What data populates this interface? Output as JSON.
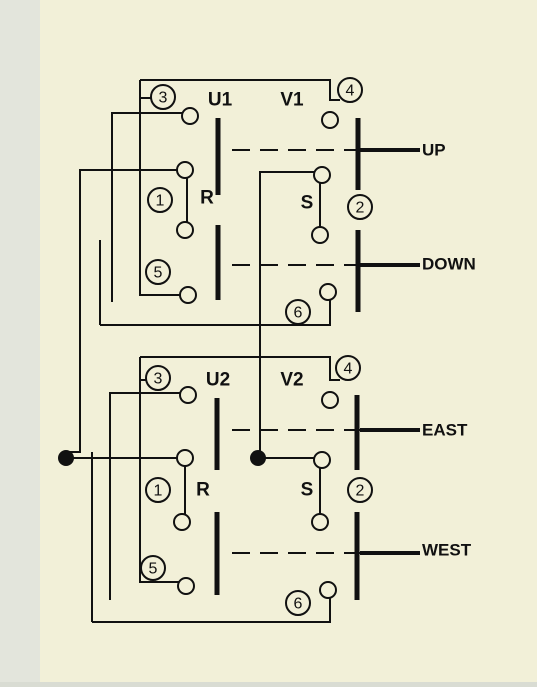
{
  "colors": {
    "background": "#d9dcd3",
    "paper": "#f2f0d8",
    "ink": "#111111"
  },
  "top_switch": {
    "terminals": [
      "3",
      "4",
      "1",
      "2",
      "5",
      "6"
    ],
    "upper_label": "U1",
    "upper_right_label": "V1",
    "left_label": "R",
    "right_label": "S",
    "output_upper": "UP",
    "output_lower": "DOWN"
  },
  "bottom_switch": {
    "terminals": [
      "3",
      "4",
      "1",
      "2",
      "5",
      "6"
    ],
    "upper_label": "U2",
    "upper_right_label": "V2",
    "left_label": "R",
    "right_label": "S",
    "output_upper": "EAST",
    "output_lower": "WEST"
  }
}
